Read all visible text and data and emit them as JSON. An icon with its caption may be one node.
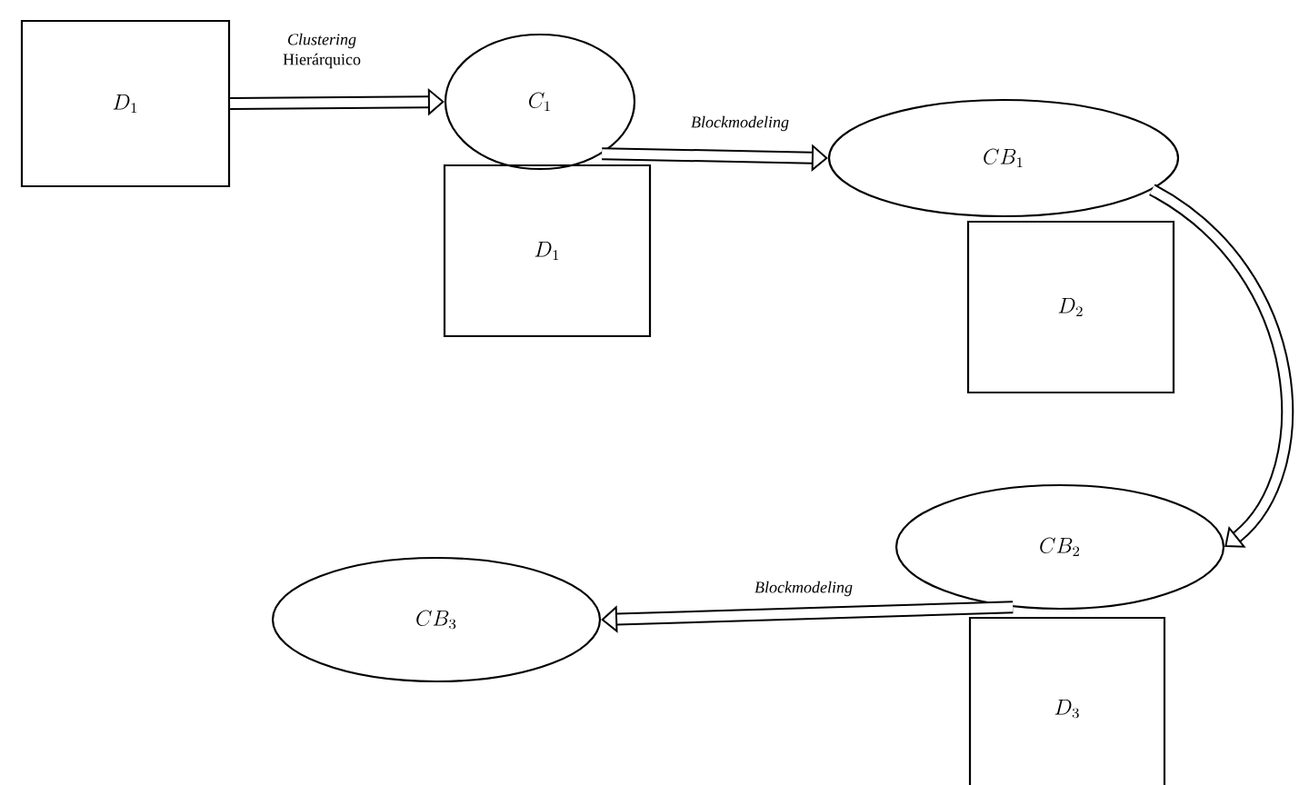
{
  "diagram": {
    "nodes": [
      {
        "text": [
          "D_1"
        ]
      },
      {
        "text": [
          "C_1"
        ]
      },
      {
        "text": [
          "D_1"
        ]
      },
      {
        "text": [
          "CB_1"
        ]
      },
      {
        "text": [
          "D_2"
        ]
      },
      {
        "text": [
          "CB_2"
        ]
      },
      {
        "text": [
          "D_3"
        ]
      },
      {
        "text": [
          "CB_3"
        ]
      }
    ],
    "edges": [
      {
        "from": 0,
        "to": 1,
        "arrow": "to",
        "label": "*Clustering* Hierárquico"
      },
      {
        "from": 1,
        "to": 3,
        "arrow": "to",
        "label": "Blockmodeling"
      },
      {
        "from": 3,
        "to": 5,
        "arrow": "to"
      },
      {
        "from": 5,
        "to": 7,
        "arrow": "to",
        "label": "Blockmodeling"
      }
    ]
  }
}
